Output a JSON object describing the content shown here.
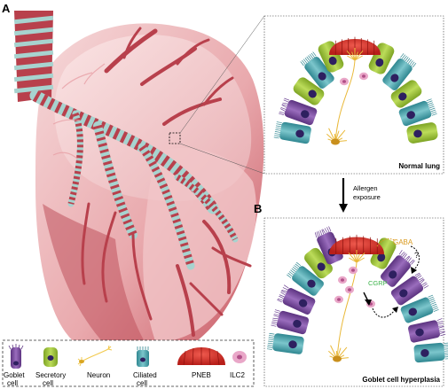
{
  "panels": {
    "a": {
      "letter": "A",
      "caption": "Normal lung"
    },
    "b": {
      "letter": "B",
      "caption": "Goblet cell hyperplasia"
    }
  },
  "transition": {
    "line1": "Allergen",
    "line2": "exposure"
  },
  "signals": {
    "gaba": "GABA",
    "cgrp": "CGRP",
    "unknown": "?"
  },
  "legend": {
    "goblet": [
      "Goblet",
      "cell"
    ],
    "secretory": [
      "Secretory",
      "cell"
    ],
    "neuron": "Neuron",
    "ciliated": [
      "Ciliated",
      "cell"
    ],
    "pneb": "PNEB",
    "ilc2": "ILC2"
  },
  "colors": {
    "lung_dark": "#c85a64",
    "lung_light": "#f1c9cb",
    "airway_red": "#b8404c",
    "airway_teal": "#a7d3cf",
    "goblet": "#7d4f9e",
    "secretory": "#9cc23a",
    "ciliated": "#4aa3ad",
    "pneb": "#cf2d25",
    "neuron": "#f2c94c",
    "ilc2": "#e9a7c8",
    "gaba": "#d99a1f",
    "cgrp": "#3cb34a"
  }
}
